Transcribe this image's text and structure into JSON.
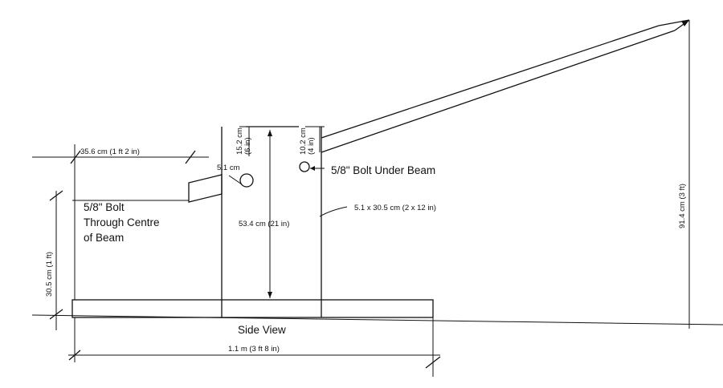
{
  "caption": "Side View",
  "labels": {
    "top_dim": "35.6 cm (1 ft 2 in)",
    "left_dim": "30.5 cm (1 ft)",
    "bottom_dim": "1.1 m (3 ft 8 in)",
    "small_gap": "5.1 cm",
    "post_top_a": "15.2 cm",
    "post_top_a_imp": "(6 in)",
    "post_top_b": "10.2 cm",
    "post_top_b_imp": "(4 in)",
    "post_height": "53.4 cm (21 in)",
    "lumber": "5.1 x 30.5 cm (2 x 12 in)",
    "right_height": "91.4 cm (3 ft)",
    "bolt_under": "5/8\" Bolt Under Beam",
    "bolt_through_1": "5/8\" Bolt",
    "bolt_through_2": "Through Centre",
    "bolt_through_3": "of Beam"
  }
}
